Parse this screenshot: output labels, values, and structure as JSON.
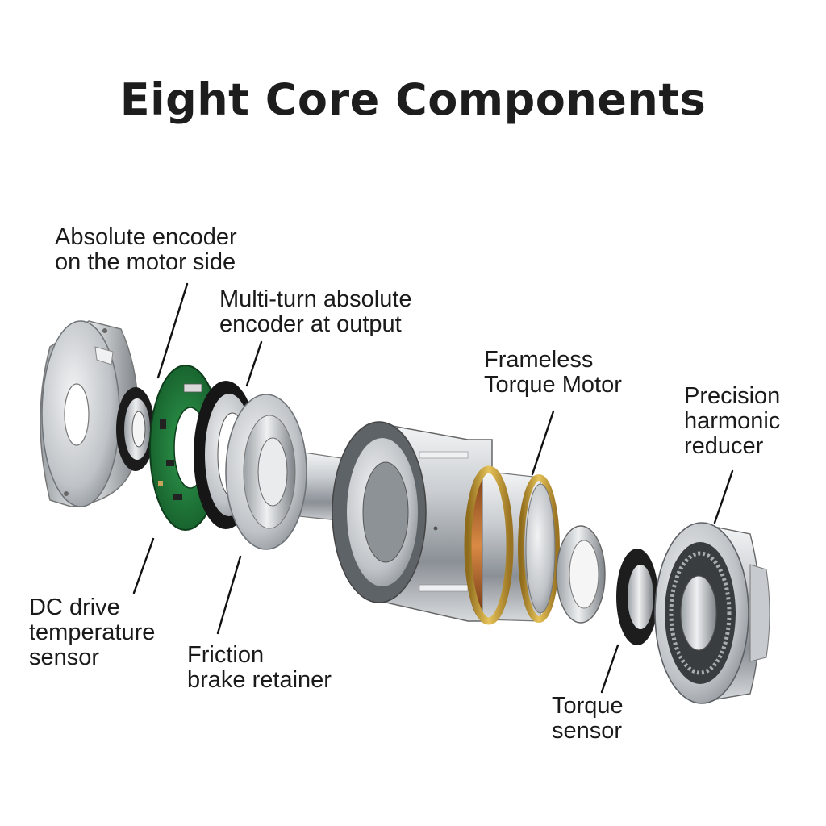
{
  "title": "Eight Core Components",
  "labels": {
    "motor_encoder": [
      "Absolute encoder",
      "on the motor side"
    ],
    "output_encoder": [
      "Multi-turn absolute",
      "encoder at output"
    ],
    "torque_motor": [
      "Frameless",
      "Torque Motor"
    ],
    "harmonic_reducer": [
      "Precision",
      "harmonic",
      "reducer"
    ],
    "temperature_sensor": [
      "DC drive",
      "temperature",
      "sensor"
    ],
    "brake_retainer": [
      "Friction",
      "brake retainer"
    ],
    "torque_sensor": [
      "Torque",
      "sensor"
    ]
  },
  "colors": {
    "metal_light": "#e6e8ea",
    "metal_mid": "#b7bbbf",
    "metal_dark": "#6f7479",
    "pcb_green": "#1f7a3a",
    "copper": "#b8652a",
    "gold": "#c9a03a",
    "rubber": "#1b1b1b"
  }
}
